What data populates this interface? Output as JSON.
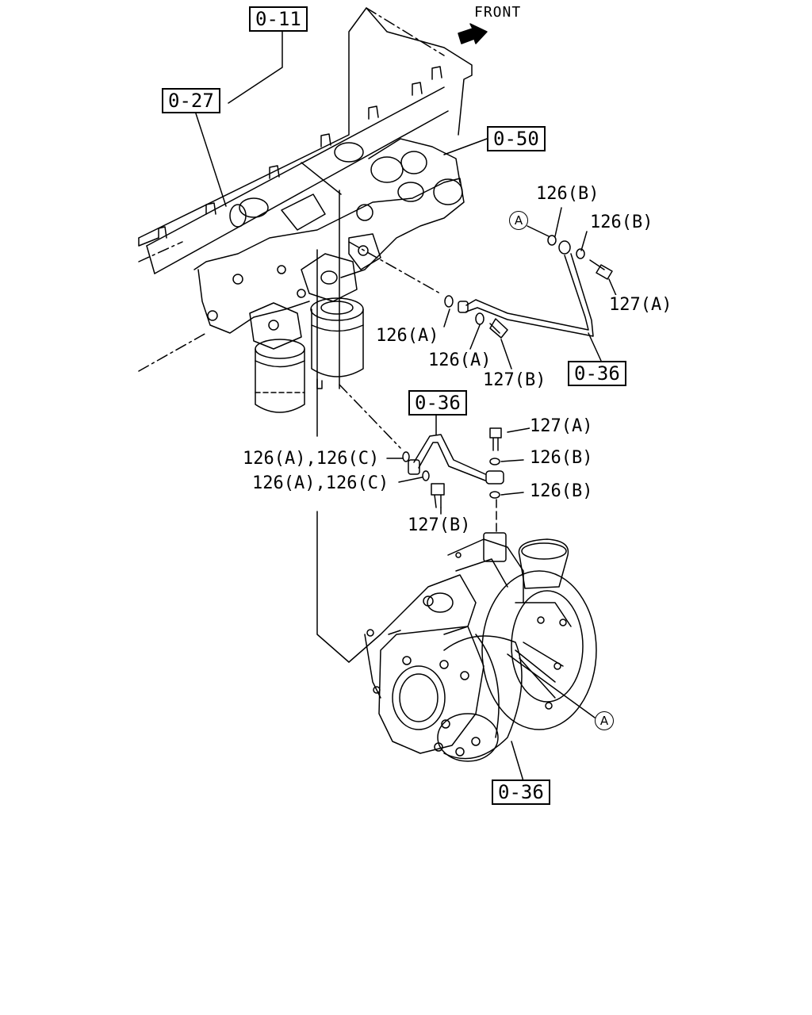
{
  "direction": {
    "label": "FRONT"
  },
  "ref_boxes": {
    "cylinder_head": "0-11",
    "injector_rail": "0-27",
    "exhaust_manifold": "0-50",
    "oil_pipe_upper": "0-36",
    "oil_pipe_lower": "0-36",
    "turbocharger": "0-36"
  },
  "callouts": {
    "c126b_1": "126(B)",
    "c126b_2": "126(B)",
    "c127a_1": "127(A)",
    "c126a_1": "126(A)",
    "c126a_2": "126(A)",
    "c127b_1": "127(B)",
    "c127a_2": "127(A)",
    "c126b_3": "126(B)",
    "c126b_4": "126(B)",
    "c126ac_1": "126(A),126(C)",
    "c126ac_2": "126(A),126(C)",
    "c127b_2": "127(B)"
  },
  "connectors": {
    "a_upper": "A",
    "a_lower": "A"
  }
}
